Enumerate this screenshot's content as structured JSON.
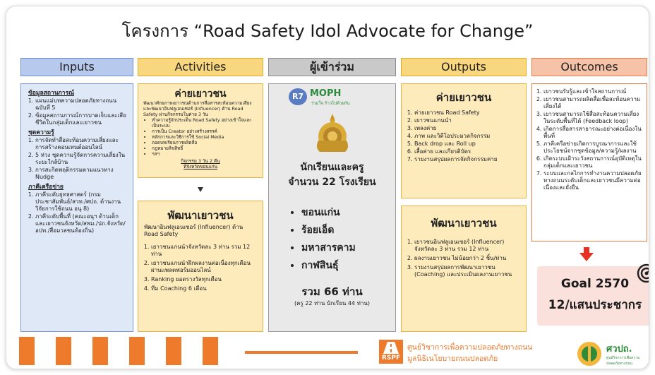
{
  "title": "โครงการ “Road Safety Idol Advocate for Change”",
  "columns": {
    "inputs": "Inputs",
    "activities": "Activities",
    "participants": "ผู้เข้าร่วม",
    "outputs": "Outputs",
    "outcomes": "Outcomes"
  },
  "colors": {
    "inputs": "#b7c9ec",
    "activities": "#f9d77e",
    "participants": "#c9c9c9",
    "outputs": "#f9d77e",
    "outcomes": "#f6c2a8",
    "footer_orange": "#ee7a2c",
    "goal_arrow": "#e53224"
  },
  "inputs": {
    "section1_title": "ข้อมูลสถานการณ์",
    "section1_items": [
      "แผนแม่บทความปลอดภัยทางถนนฉบับที่ 5",
      "ข้อมูลสถานการณ์การบาดเจ็บและเสียชีวิตในกลุ่มเด็กและเยาวชน"
    ],
    "section2_title": "ชุดความรู้",
    "section2_items": [
      "การจัดทำสื่อสะท้อนความเสี่ยงและการสร้างคอนเทนต์ออนไลน์",
      "5 ห่วง ชุดความรู้จัดการความเสี่ยงในระยะใกล้บ้าน",
      "การสะกิดพฤติกรรมตามแนวทาง Nudge"
    ],
    "section3_title": "ภาคีเครือข่าย",
    "section3_items": [
      "ภาคีระดับยุทธศาสตร์ (กรมประชาสัมพันธ์/สวท./ศปถ. ด้านงานวิจัยการใช้ถนน อนุ 8)",
      "ภาคีระดับพื้นที่ (คณะอนุฯ ด้านเด็กและเยาวชนจังหวัด/สพม./ปภ.จังหวัด/อปท./สื่อมวลชนท้องถิ่น)"
    ]
  },
  "activities": {
    "camp_title": "ค่ายเยาวชน",
    "camp_intro": "พัฒนาศักยภาพเยาวชนด้านการสื่อสารสะท้อนความเสี่ยงและพัฒนาอินฟลูเอนเซอร์ (Influencer) ด้าน Road Safety ผ่านกิจกรรมในค่าย 3 วัน",
    "camp_items": [
      "ทำความรู้จักประเด็น Road Safety อย่างเข้าใจและเป็นระบบ",
      "การเป็น Creator อย่างสร้างสรรค์",
      "หลักการและวิธีการใช้ Social Media",
      "ถอดบทเรียนการผลิตสื่อ",
      "กฎหมายลิขสิทธิ์",
      "ฯลฯ"
    ],
    "camp_footer1": "กิจกรรม 3 วัน 2 คืน",
    "camp_footer2": "ที่จังหวัดขอนแก่น",
    "dev_title": "พัฒนาเยาวชน",
    "dev_intro": "พัฒนาอินฟลูเอนเซอร์ (Influencer) ด้าน Road Safety",
    "dev_items": [
      "เยาวชนแกนนำจังหวัดละ 3 ท่าน รวม 12 ท่าน",
      "เยาวชนแกนนำฝึกผลงานต่อเนื่องทุกเดือนผ่านแพลตฟอร์มออนไลน์",
      "Ranking ยอดรางวัลทุกเดือน",
      "ทีม Coaching 6 เดือน"
    ]
  },
  "participants": {
    "logo_r7": "R7",
    "logo_moph": "MOPH",
    "logo_moph_sub": "ร่วมใจ ก้าวไปด้วยกัน",
    "main_line1": "นักเรียนและครู",
    "main_line2": "จำนวน 22 โรงเรียน",
    "provinces": [
      "ขอนแก่น",
      "ร้อยเอ็ด",
      "มหาสารคาม",
      "กาฬสินธุ์"
    ],
    "total": "รวม 66 ท่าน",
    "note": "(ครู 22 ท่าน นักเรียน 44 ท่าน)"
  },
  "outputs": {
    "camp_title": "ค่ายเยาวชน",
    "camp_items": [
      "ค่ายเยาวชน Road Safety",
      "เยาวชนแกนนำ",
      "เพลงค่าย",
      "ภาพ และวิดีโอประมวลกิจกรรม",
      "Back drop และ Roll up",
      "เสื้อค่าย และเกียรติบัตร",
      "รายงานสรุปผลการจัดกิจกรรมค่าย"
    ],
    "dev_title": "พัฒนาเยาวชน",
    "dev_items": [
      "เยาวชนอินฟลูเอนเซอร์ (Influencer) จังหวัดละ 3 ท่าน รวม 12 ท่าน",
      "ผลงานเยาวชน ไม่น้อยกว่า 2 ชิ้น/ท่าน",
      "รายงานสรุปผลการพัฒนาเยาวชน (Coaching) และประเมินผลงานเยาวชน"
    ]
  },
  "outcomes": {
    "items": [
      "เยาวชนรับรู้และเข้าใจสถานการณ์",
      "เยาวชนสามารถผลิตสื่อเพื่อสะท้อนความเสี่ยงได้",
      "เยาวชนสามารถใช้สื่อสะท้อนความเสี่ยงในระดับพื้นที่ได้ (Feedback loop)",
      "เกิดการสื่อสารสาธารณะอย่างต่อเนื่องในพื้นที่",
      "ภาคีเครือข่ายเกิดการบูรณาการและใช้ประโยชน์จากชุดข้อมูล/ความรู้/ผลงาน",
      "เกิดระบบเฝ้าระวังสถานการณ์อุบัติเหตุในกลุ่มเด็กและเยาวชน",
      "ระบบและกลไกการทำงานความปลอดภัยทางถนนระดับเด็กและเยาวชนมีความต่อเนื่องและยั่งยืน"
    ],
    "goal_line1": "Goal 2570",
    "goal_line2": "12/แสนประชากร"
  },
  "footer": {
    "rspf_label": "RSPF",
    "org_line1": "ศูนย์วิชาการเพื่อความปลอดภัยทางถนน",
    "org_line2": "มูลนิธิเนโยบายถนนปลอดภัย",
    "sor_logo": "ศวปถ.",
    "sor_sub": "ศูนย์วิชาการเพื่อความปลอดภัยทางถนน"
  }
}
